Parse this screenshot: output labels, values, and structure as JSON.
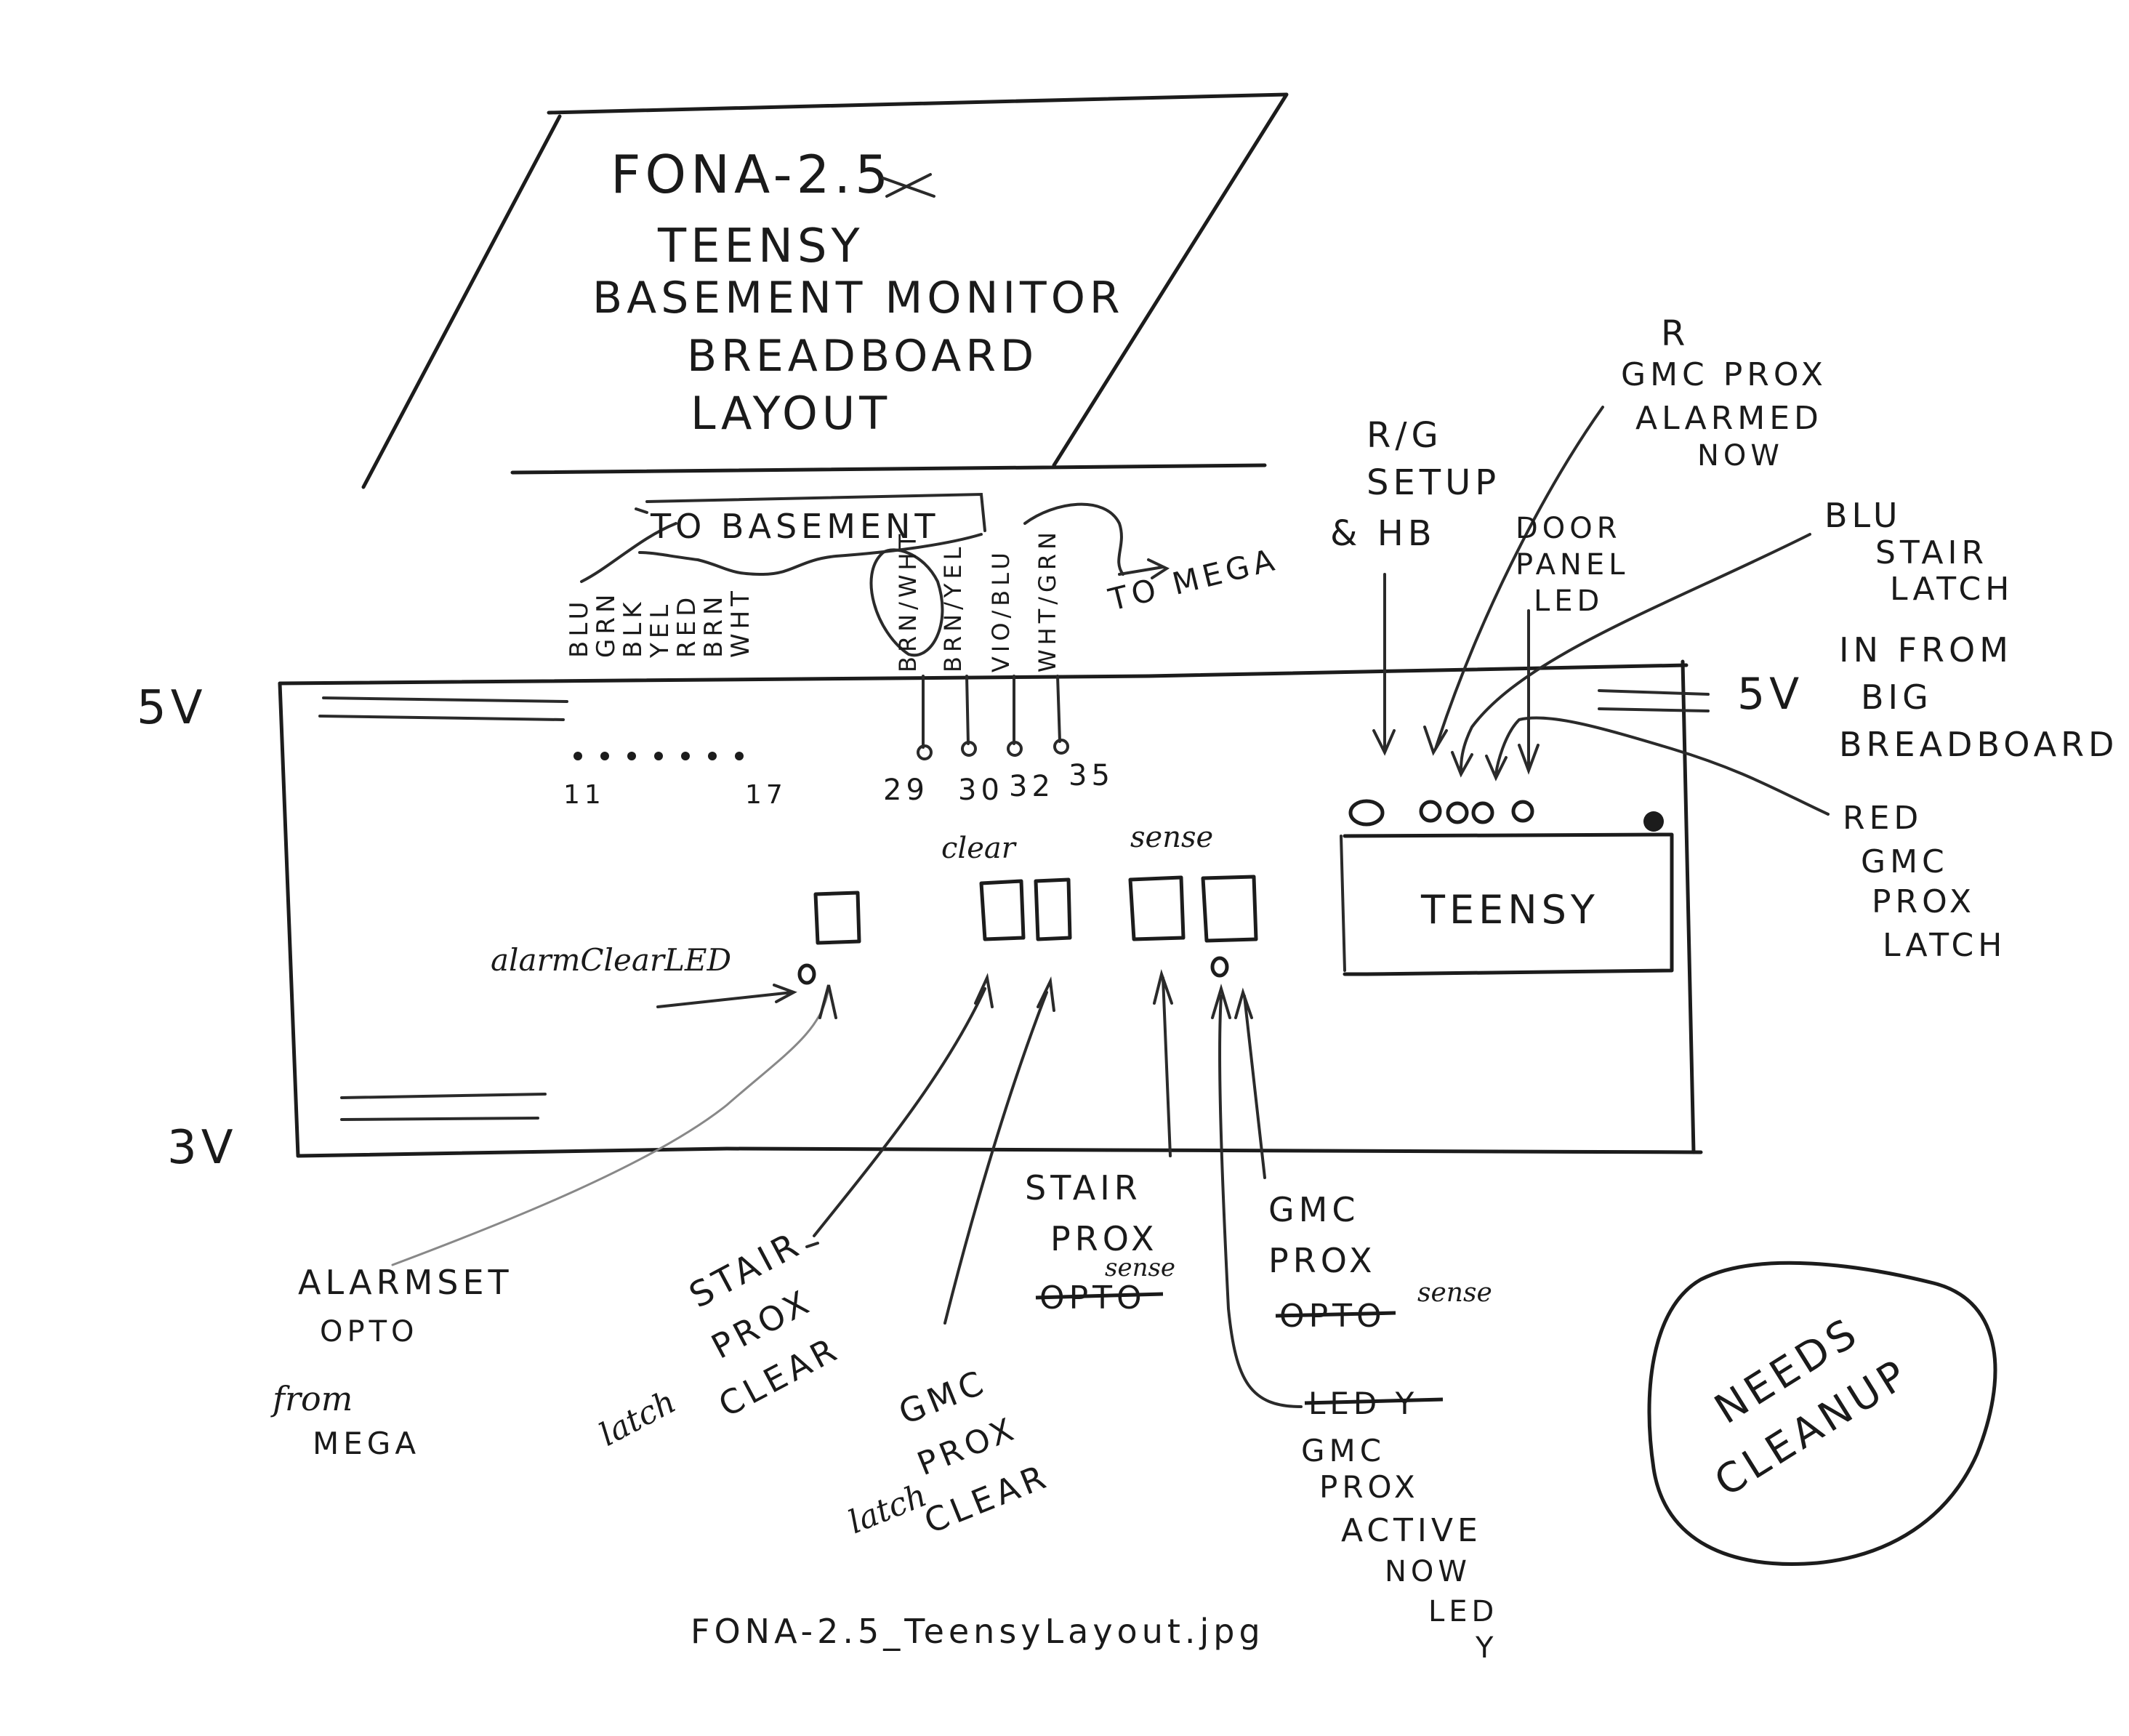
{
  "title": {
    "line1": "FONA-2.5",
    "line2": "TEENSY",
    "line3": "BASEMENT MONITOR",
    "line4": "BREADBOARD",
    "line5": "LAYOUT"
  },
  "rails": {
    "left_5v": "5V",
    "left_3v": "3V",
    "right_5v": "5V"
  },
  "to_basement": "TO BASEMENT",
  "to_mega": "TO MEGA",
  "wire_colors_basement": [
    "BLU",
    "GRN",
    "BLK",
    "YEL",
    "RED",
    "BRN",
    "WHT"
  ],
  "wire_colors_mega": [
    "BRN/WHT",
    "BRN/YEL",
    "VIO/BLU",
    "WHT/GRN"
  ],
  "pin_labels": {
    "p11": "11",
    "p17": "17",
    "p29": "29",
    "p30": "30",
    "p32": "32",
    "p35": "35"
  },
  "section_labels": {
    "clear": "clear",
    "sense": "sense"
  },
  "teensy_label": "TEENSY",
  "labels": {
    "alarm_clear_led": "alarmClearLED",
    "rg_setup_hb": [
      "R/G",
      "SETUP",
      "& HB"
    ],
    "gmc_prox_alarmed_now": [
      "R",
      "GMC PROX",
      "ALARMED",
      "NOW"
    ],
    "door_panel_led": [
      "DOOR",
      "PANEL",
      "LED"
    ],
    "blu_stair_latch": [
      "BLU",
      "STAIR",
      "LATCH"
    ],
    "in_from_big_breadboard": [
      "IN FROM",
      "BIG",
      "BREADBOARD"
    ],
    "red_gmc_prox_latch": [
      "RED",
      "GMC",
      "PROX",
      "LATCH"
    ],
    "alarm_set_opto": [
      "ALARMSET",
      "OPTO",
      "from",
      "MEGA"
    ],
    "stair_prox_clear": [
      "STAIR",
      "PROX",
      "CLEAR"
    ],
    "stair_latch_word": "latch",
    "gmc_prox_clear": [
      "GMC",
      "PROX",
      "CLEAR"
    ],
    "gmc_latch_word": "latch",
    "stair_prox_sense": [
      "STAIR",
      "PROX",
      "sense",
      "OPTO"
    ],
    "gmc_prox_sense": [
      "GMC",
      "PROX",
      "sense",
      "OPTO"
    ],
    "gmc_prox_active_led": [
      "LED Y",
      "GMC",
      "PROX",
      "ACTIVE",
      "NOW",
      "LED",
      "Y"
    ],
    "needs_cleanup": [
      "NEEDS",
      "CLEANUP"
    ]
  },
  "filename": "FONA-2.5_TeensyLayout.jpg"
}
